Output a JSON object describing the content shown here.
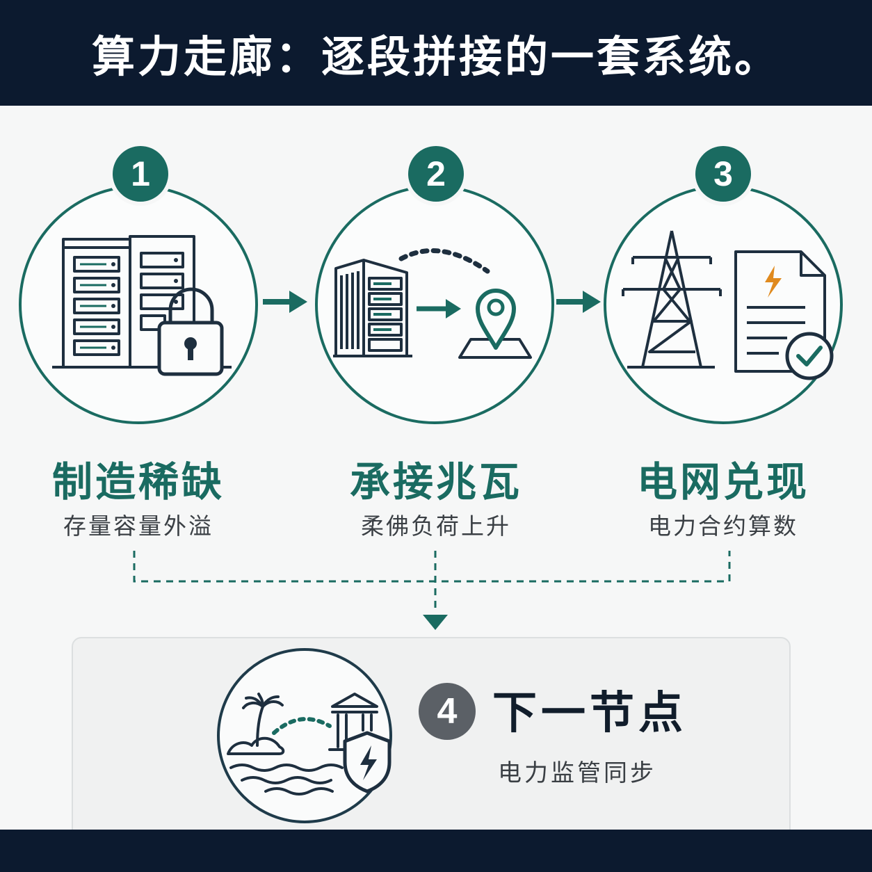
{
  "header": {
    "title": "算力走廊：逐段拼接的一套系统。"
  },
  "colors": {
    "accent": "#1a6b61",
    "navy": "#0c1a2f",
    "orange": "#e08a1e",
    "grey_badge": "#5b6066"
  },
  "steps": [
    {
      "number": "1",
      "title": "制造稀缺",
      "subtitle": "存量容量外溢",
      "icon": "server-rack-lock-icon"
    },
    {
      "number": "2",
      "title": "承接兆瓦",
      "subtitle": "柔佛负荷上升",
      "icon": "data-center-relocation-icon"
    },
    {
      "number": "3",
      "title": "电网兑现",
      "subtitle": "电力合约算数",
      "icon": "transmission-tower-contract-icon"
    }
  ],
  "next_step": {
    "number": "4",
    "title": "下一节点",
    "subtitle": "电力监管同步",
    "icon": "island-grid-shield-icon"
  }
}
